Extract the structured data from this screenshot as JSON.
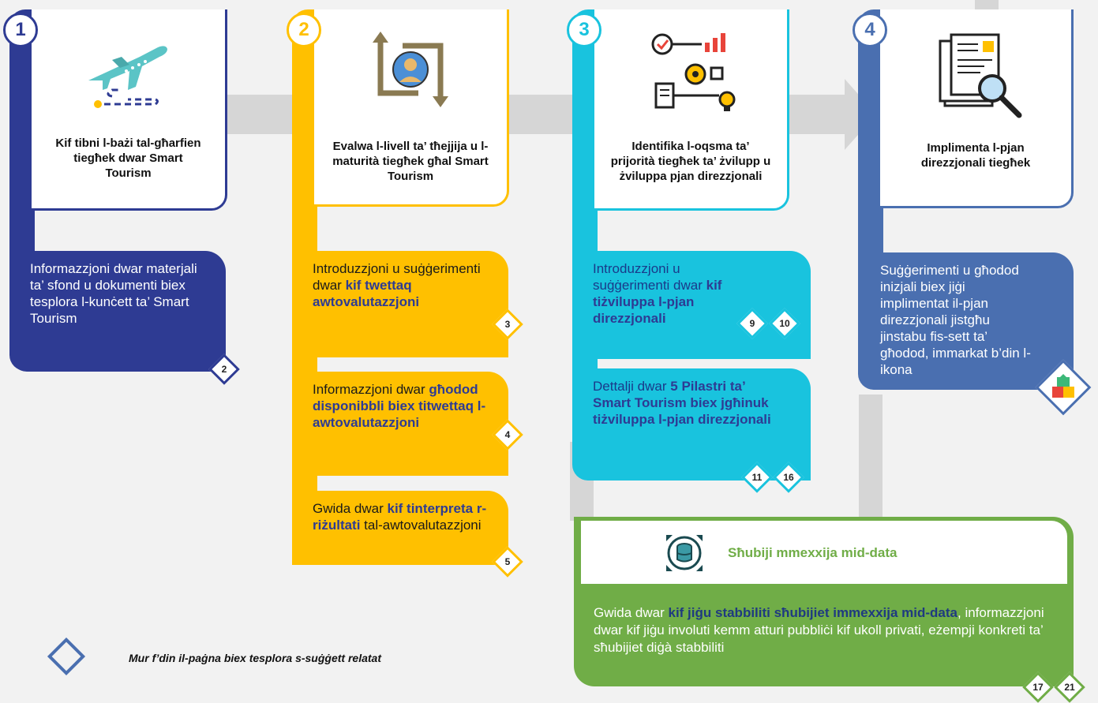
{
  "steps": [
    {
      "number": "1",
      "color": "#2e3b93",
      "icon": "airplane-icon",
      "title": "Kif tibni l-bażi tal-għarfien tiegħek dwar Smart Tourism",
      "boxes": [
        {
          "text": "Informazzjoni dwar materjali ta’ sfond u dokumenti biex tesplora l-kunċett ta’ Smart Tourism",
          "pages": [
            "2"
          ]
        }
      ]
    },
    {
      "number": "2",
      "color": "#ffc000",
      "icon": "person-cycle-icon",
      "title": "Evalwa l-livell ta’ tħejjija u l-maturità tiegħek għal Smart Tourism",
      "boxes": [
        {
          "pre": "Introduzzjoni u suġġerimenti dwar ",
          "bold": "kif twettaq awtovalutazzjoni",
          "post": "",
          "pages": [
            "3"
          ]
        },
        {
          "pre": "Informazzjoni dwar ",
          "bold": "għodod disponibbli biex titwettaq l-awtovalutazzjoni",
          "post": "",
          "pages": [
            "4"
          ]
        },
        {
          "pre": "Gwida dwar ",
          "bold": "kif tinterpreta r-riżultati",
          "post": " tal-awtovalutazzjoni",
          "pages": [
            "5"
          ]
        }
      ]
    },
    {
      "number": "3",
      "color": "#19c3de",
      "icon": "process-gears-icon",
      "title": "Identifika l-oqsma ta’ prijorità tiegħek ta’ żvilupp u żviluppa pjan direzzjonali",
      "boxes": [
        {
          "pre": "Introduzzjoni u suġġerimenti dwar ",
          "bold": "kif tiżviluppa l-pjan direzzjonali",
          "post": "",
          "pages": [
            "9",
            "10"
          ]
        },
        {
          "pre": "Dettalji dwar ",
          "bold": "5 Pilastri ta’ Smart Tourism biex jgħinuk tiżviluppa l-pjan direzzjonali",
          "post": "",
          "pages": [
            "11",
            "16"
          ]
        }
      ]
    },
    {
      "number": "4",
      "color": "#4a6fb0",
      "icon": "document-search-icon",
      "title": "Implimenta l-pjan direzzjonali tiegħek",
      "boxes": [
        {
          "text": "Suġġerimenti u għodod inizjali biex jiġi implimentat il-pjan direzzjonali jistgħu jinstabu fis-sett ta’ għodod, immarkat b’din l-ikona",
          "pages": []
        }
      ]
    }
  ],
  "partnership": {
    "color": "#70ad47",
    "icon": "database-exchange-icon",
    "title": "Sħubiji mmexxija mid-data",
    "pre": "Gwida dwar ",
    "bold": "kif jiġu stabbiliti sħubijiet immexxija mid-data",
    "post": ", informazzjoni dwar kif jiġu involuti kemm atturi pubbliċi kif ukoll privati, eżempji konkreti ta’ sħubijiet diġà stabbiliti",
    "pages": [
      "17",
      "21"
    ]
  },
  "legend": {
    "text": "Mur f’din il-paġna biex tesplora s-suġġett relatat",
    "icon": "diamond-icon",
    "toolkit_icon": "puzzle-icon"
  }
}
